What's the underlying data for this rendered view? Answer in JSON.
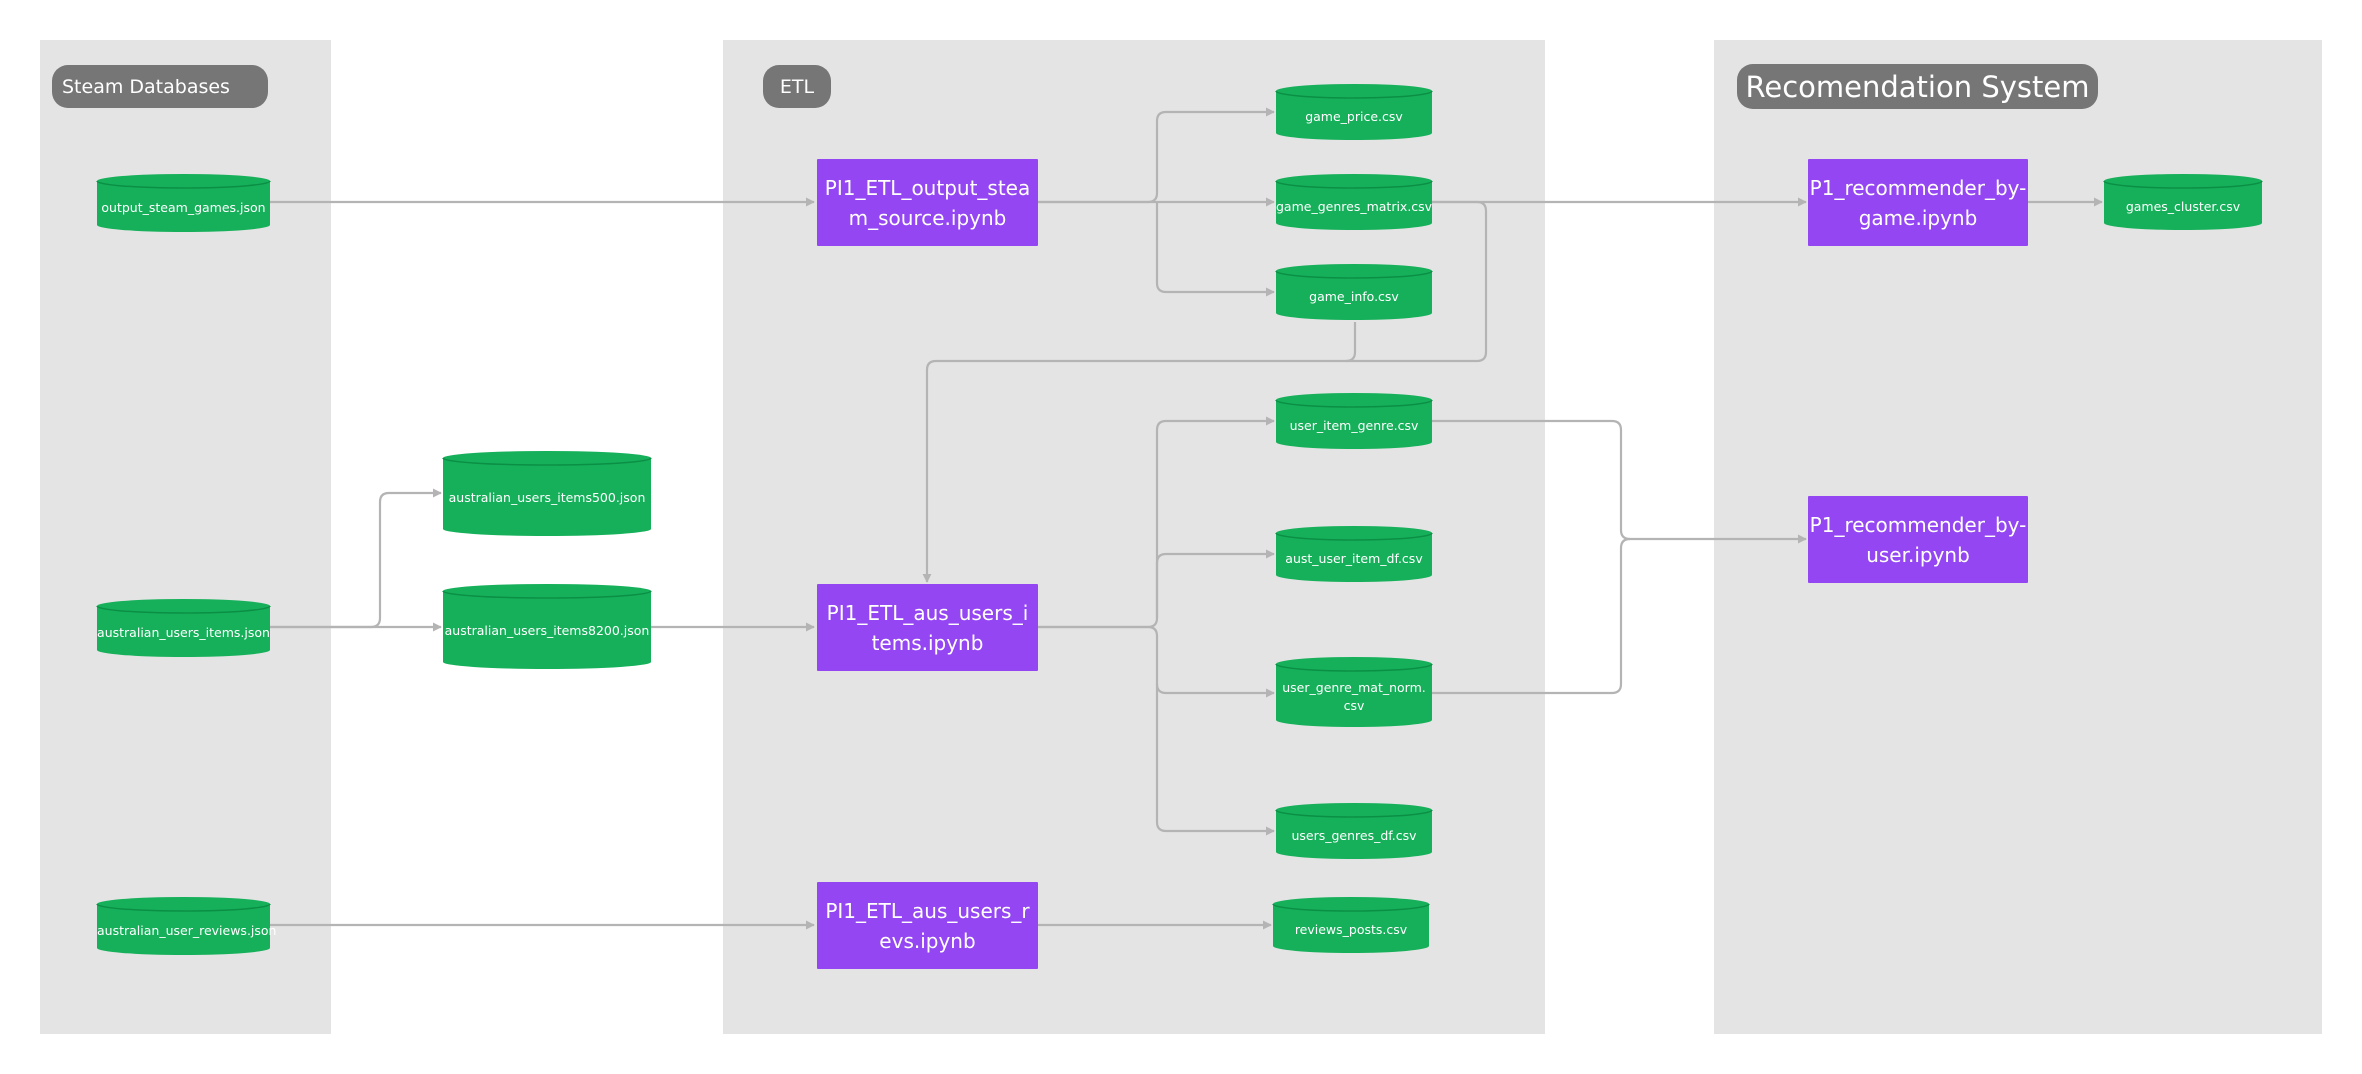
{
  "colors": {
    "lane_bg": "#e4e4e4",
    "title_bg": "#767676",
    "process": "#9446f2",
    "datastore": "#16b05a",
    "datastore_stroke": "#0b8f45",
    "edge": "#b4b4b4"
  },
  "lanes": {
    "sources": {
      "title": "Steam Databases"
    },
    "etl": {
      "title": "ETL"
    },
    "recsys": {
      "title": "Recomendation System"
    }
  },
  "datastores": {
    "output_steam_games": "output_steam_games.json",
    "australian_users_items": "australian_users_items.json",
    "australian_user_reviews": "australian_user_reviews.json",
    "items500": "australian_users_items500.json",
    "items8200": "australian_users_items8200.json",
    "game_price": "game_price.csv",
    "game_genres_matrix": "game_genres_matrix.csv",
    "game_info": "game_info.csv",
    "user_item_genre": "user_item_genre.csv",
    "aust_user_item_df": "aust_user_item_df.csv",
    "user_genre_mat_norm": "user_genre_mat_norm.\ncsv",
    "users_genres_df": "users_genres_df.csv",
    "reviews_posts": "reviews_posts.csv",
    "games_cluster": "games_cluster.csv"
  },
  "processes": {
    "etl_output_steam": "PI1_ETL_output_steam_source.ipynb",
    "etl_aus_users_items": "PI1_ETL_aus_users_items.ipynb",
    "etl_aus_users_revs": "PI1_ETL_aus_users_revs.ipynb",
    "rec_by_game": "P1_recommender_by-game.ipynb",
    "rec_by_user": "P1_recommender_by-user.ipynb"
  }
}
